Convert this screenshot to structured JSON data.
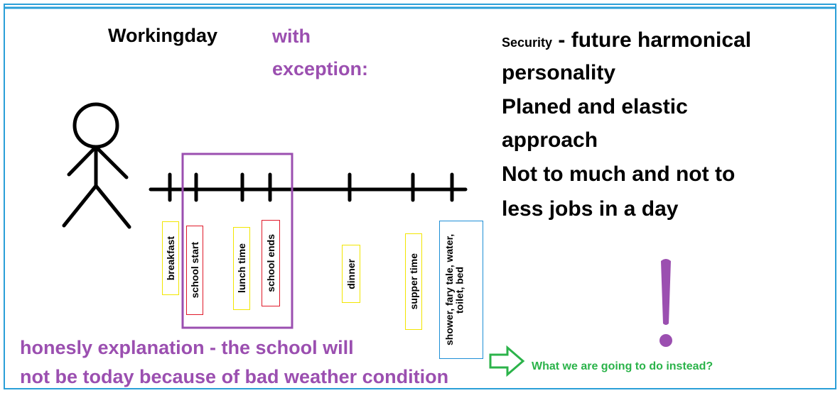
{
  "heading": {
    "main": "Workingday",
    "note_line1": "with",
    "note_line2": "exception:"
  },
  "right_text": {
    "security_word": "Security",
    "line1_rest": "- future harmonical",
    "line2": "personality",
    "line3": "Planed and elastic",
    "line4": "approach",
    "line5": "Not to much and not to",
    "line6": "less jobs in a day"
  },
  "timeline_labels": [
    {
      "text": "breakfast",
      "border": "yellow"
    },
    {
      "text": "school start",
      "border": "red"
    },
    {
      "text": "lunch time",
      "border": "yellow"
    },
    {
      "text": "school ends",
      "border": "red"
    },
    {
      "text": "dinner",
      "border": "yellow"
    },
    {
      "text": "supper time",
      "border": "yellow"
    },
    {
      "text": "shower, fary tale, water, toilet, bed",
      "border": "blue"
    }
  ],
  "bottom": {
    "line1": "honesly explanation - the school will",
    "line2": "not be today because of bad weather condition",
    "question": "What we are going to do instead?"
  },
  "colors": {
    "purple": "#9b4fb0",
    "green": "#2bb34a",
    "frame_blue": "#2a9fd8",
    "yellow": "#f2e600",
    "red": "#e0192a",
    "blue": "#1e8fd6"
  }
}
